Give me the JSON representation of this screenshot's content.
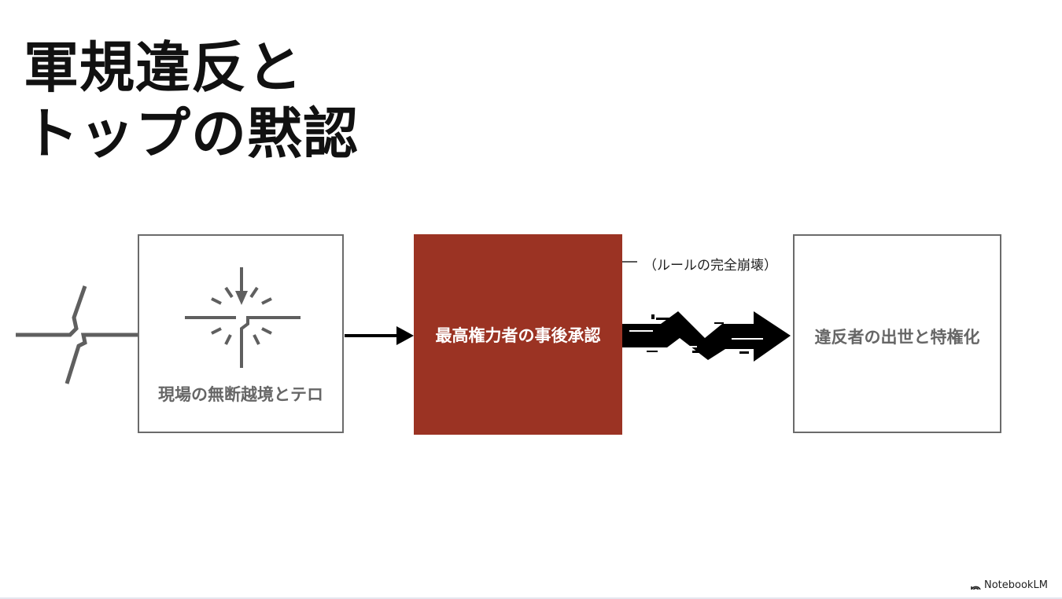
{
  "title": {
    "line1": "軍規違反と",
    "line2": "トップの黙認"
  },
  "flow": {
    "step1": "現場の無断越境とテロ",
    "step2": "最高権力者の事後承認",
    "step3": "違反者の出世と特権化",
    "annotation": "（ルールの完全崩壊）"
  },
  "colors": {
    "accent": "#9b3323",
    "gray": "#666666"
  },
  "branding": {
    "label": "NotebookLM",
    "icon": "notebooklm-logo-icon"
  }
}
